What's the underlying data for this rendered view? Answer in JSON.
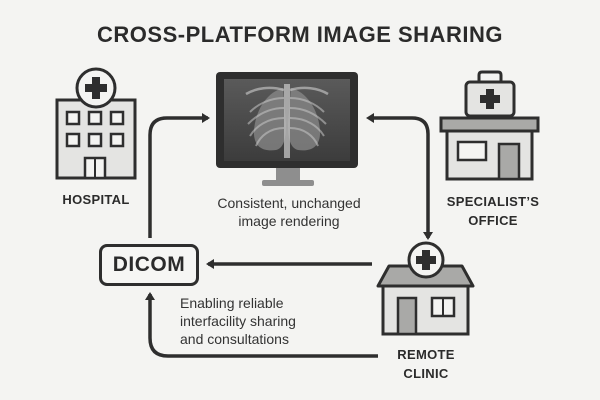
{
  "title": "CROSS-PLATFORM IMAGE SHARING",
  "nodes": {
    "hospital": "HOSPITAL",
    "specialist_line1": "SPECIALIST’S",
    "specialist_line2": "OFFICE",
    "remote_line1": "REMOTE",
    "remote_line2": "CLINIC",
    "dicom": "DICOM"
  },
  "captions": {
    "monitor_line1": "Consistent, unchanged",
    "monitor_line2": "image rendering",
    "sharing_line1": "Enabling reliable",
    "sharing_line2": "interfacility sharing",
    "sharing_line3": "and consultations"
  },
  "colors": {
    "stroke": "#2e2e2e",
    "building_fill": "#e4e4e2",
    "roof_fill": "#a9a9a7",
    "monitor_screen": "#4a4a4a",
    "background": "#f4f4f2"
  },
  "icons": [
    "hospital-icon",
    "monitor-xray-icon",
    "specialist-office-icon",
    "remote-clinic-icon",
    "medical-cross-icon"
  ]
}
